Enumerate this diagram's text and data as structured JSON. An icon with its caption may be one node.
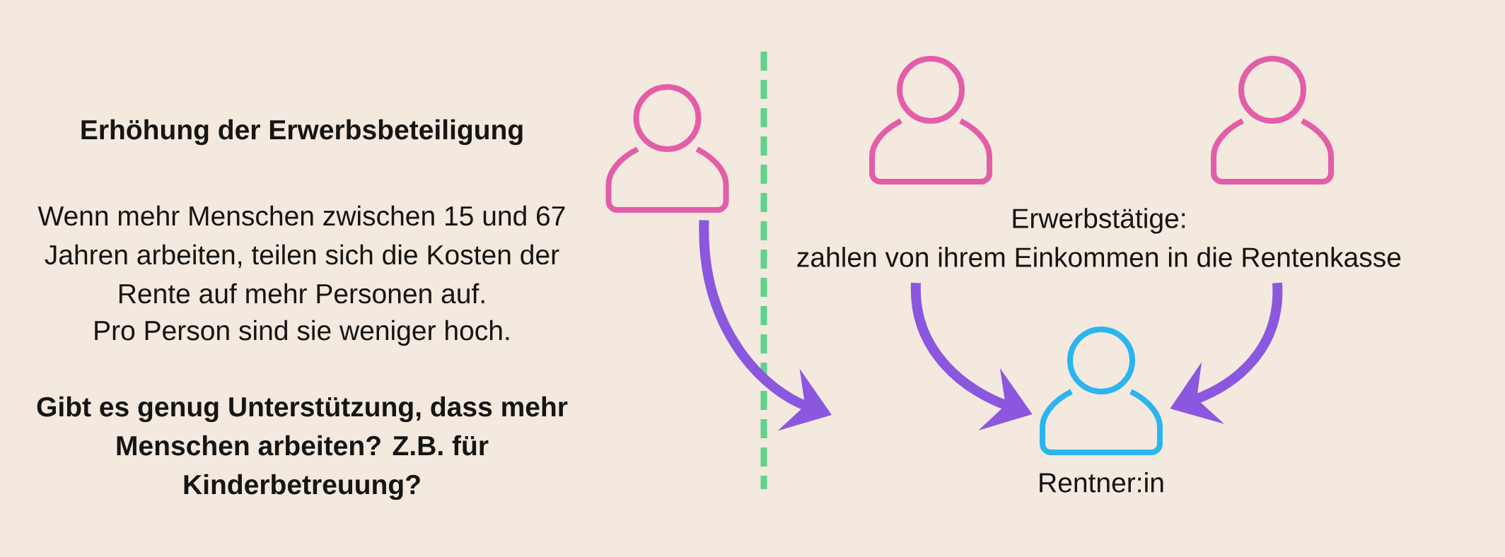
{
  "diagram": {
    "title": "Erhöhung der Erwerbsbeteiligung",
    "nodes": [
      {
        "text": [],
        "shape": "person"
      },
      {
        "text": [],
        "shape": "person"
      },
      {
        "text": [],
        "shape": "person"
      },
      {
        "text": [
          "Erwerbstätige:",
          "zahlen von ihrem Einkommen in die Rentenkasse"
        ]
      },
      {
        "text": [],
        "shape": "person",
        "beside": [
          "Rentner:in"
        ]
      }
    ],
    "edges": [
      {
        "from": 0,
        "to": null,
        "arrow": "to"
      },
      {
        "from": 3,
        "to": 4,
        "arrow": "to"
      },
      {
        "from": 3,
        "to": 4,
        "arrow": "to"
      }
    ],
    "labels": [
      "Wenn mehr Menschen zwischen 15 und 67 Jahren arbeiten, teilen sich die Kosten der Rente auf mehr Personen auf.",
      "Pro Person sind sie weniger hoch.",
      "Gibt es genug Unterstützung, dass mehr Menschen arbeiten? Z.B. für Kinderbetreuung?"
    ]
  }
}
